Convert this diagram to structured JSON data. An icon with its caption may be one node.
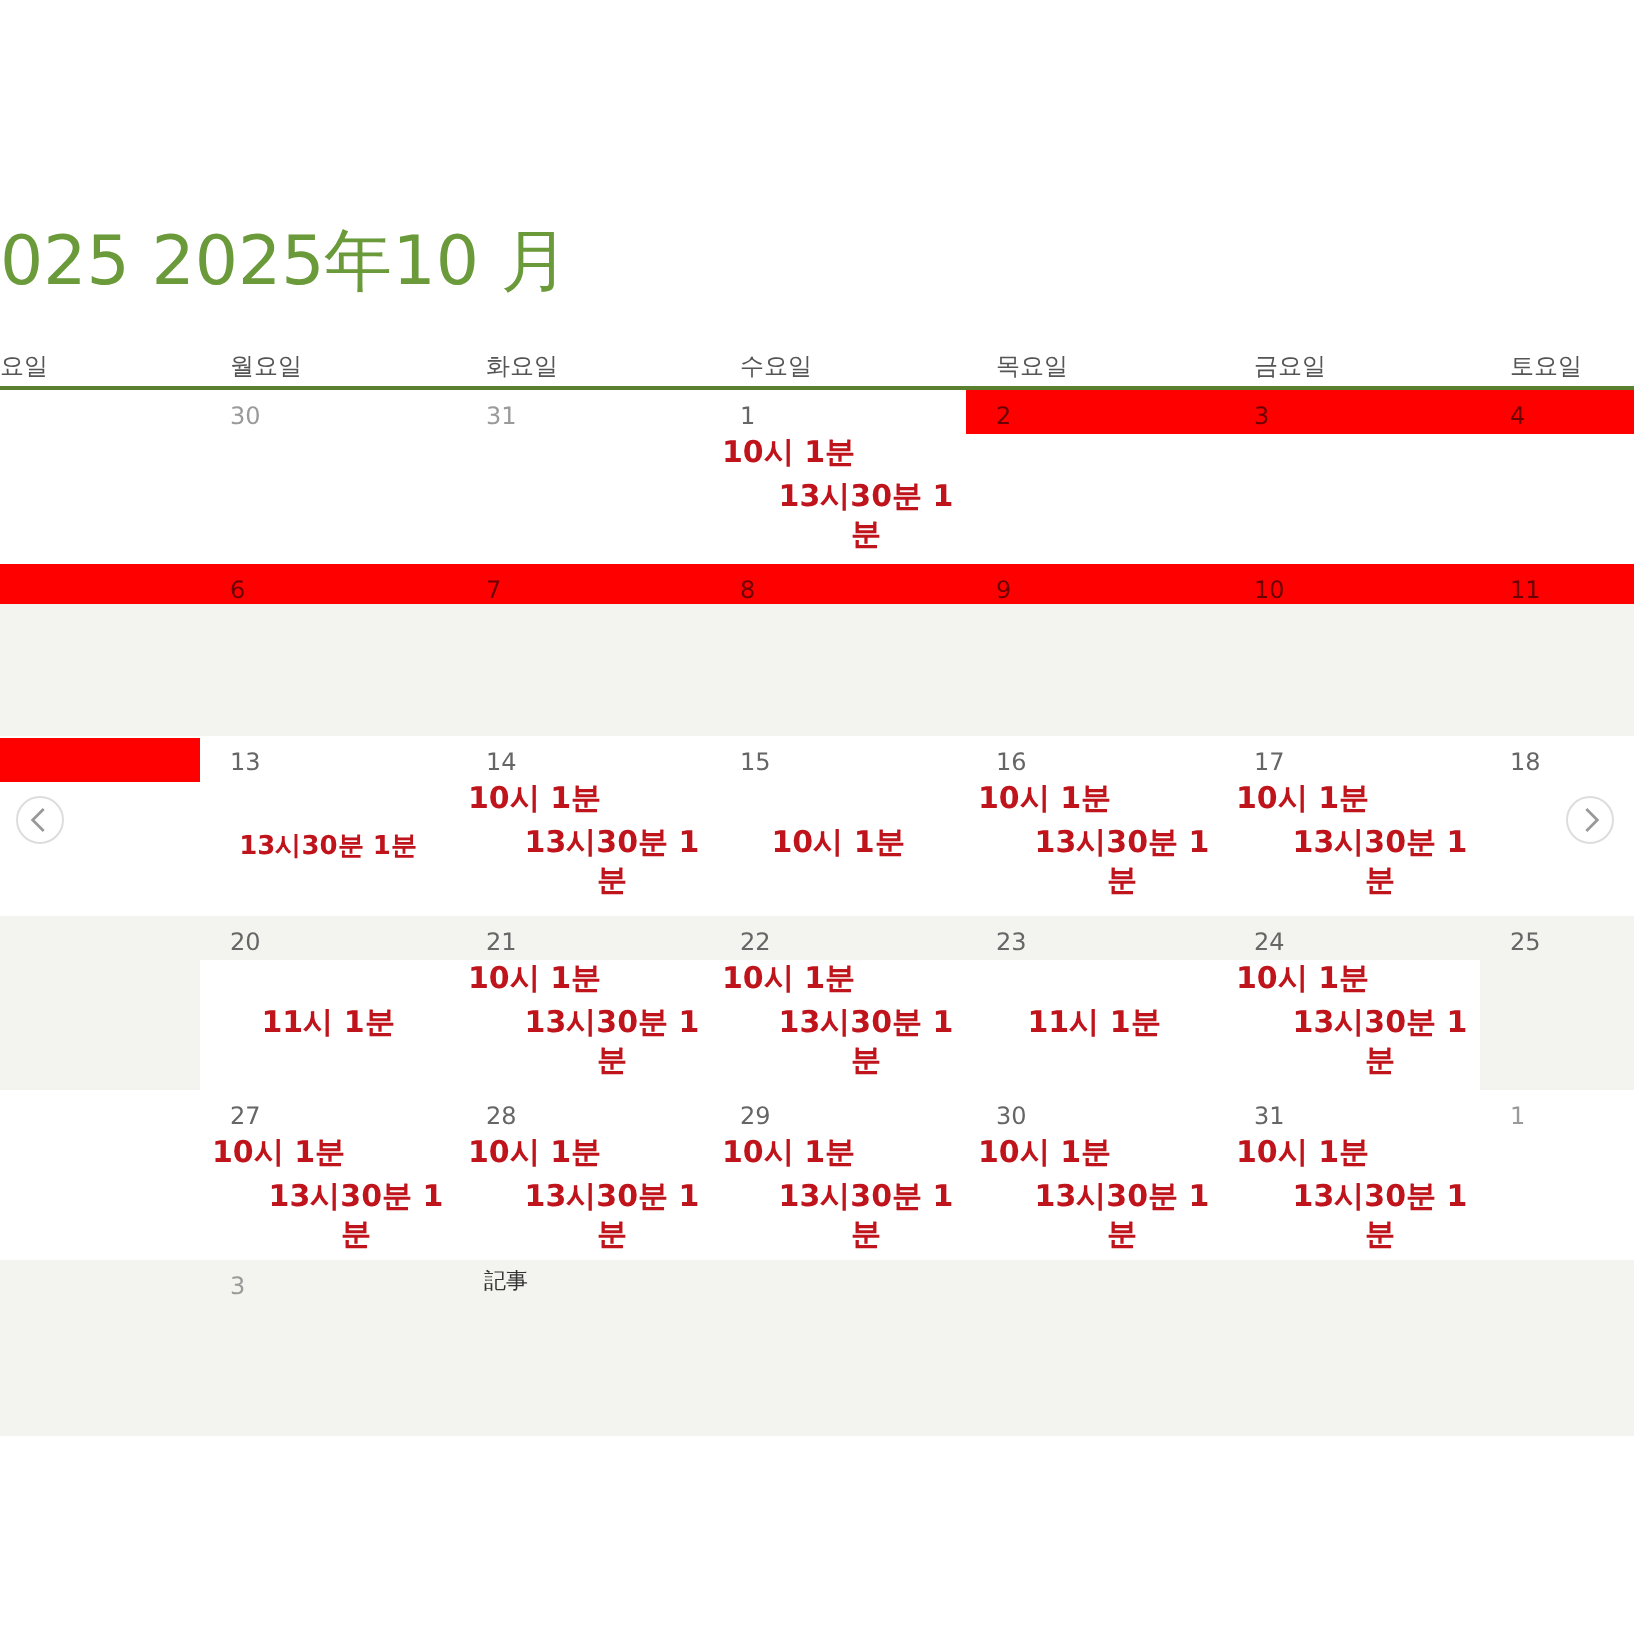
{
  "diagram": {
    "title": "025 2025年10 月",
    "nodes": [
      {
        "text": [],
        "shape": "bar"
      }
    ],
    "labels": [
      "요일",
      "월요일",
      "화요일",
      "수요일",
      "목요일",
      "금요일",
      "토요일",
      "30",
      "31",
      "1",
      "10시 1분",
      "13시30분 1분",
      "2",
      "3",
      "4",
      "6",
      "7",
      "8",
      "9",
      "10",
      "11",
      "13",
      "13시30분 1분",
      "14",
      "10시 1분",
      "13시30분 1분",
      "15",
      "10시 1분",
      "16",
      "10시 1분",
      "13시30분 1분",
      "17",
      "10시 1분",
      "13시30분 1분",
      "18",
      "20",
      "11시 1분",
      "21",
      "10시 1분",
      "13시30분 1분",
      "22",
      "10시 1분",
      "13시30분 1분",
      "23",
      "11시 1분",
      "24",
      "10시 1분",
      "13시30분 1분",
      "25",
      "27",
      "10시 1분",
      "13시30분 1분",
      "28",
      "10시 1분",
      "13시30분 1분",
      "29",
      "10시 1분",
      "13시30분 1분",
      "30",
      "10시 1분",
      "13시30분 1분",
      "31",
      "10시 1분",
      "13시30분 1분",
      "1",
      "3",
      "記事"
    ]
  }
}
